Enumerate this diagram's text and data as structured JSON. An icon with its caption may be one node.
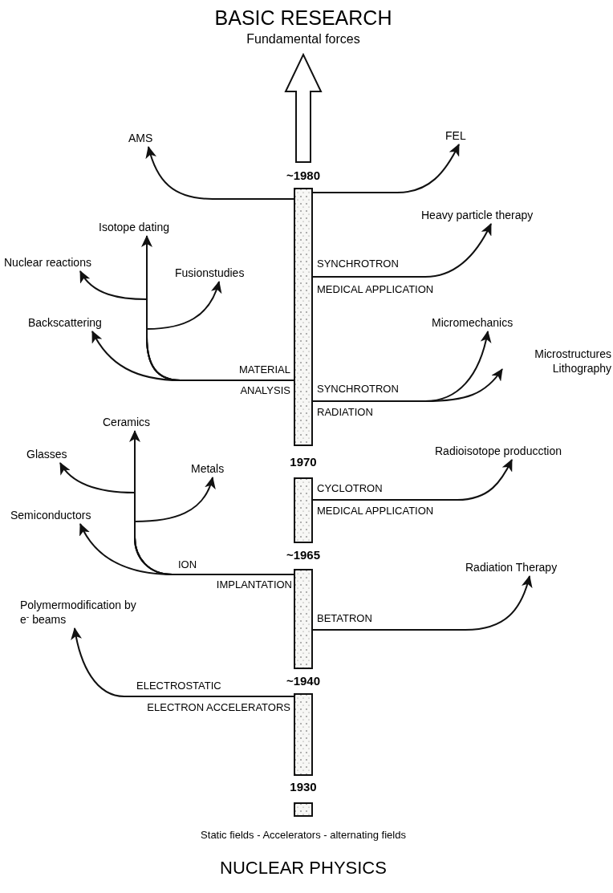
{
  "diagram": {
    "nodes": [
      {
        "text": [
          "BASIC RESEARCH",
          "Fundamental forces"
        ]
      },
      {
        "text": [],
        "shape": "bar"
      },
      {
        "text": [],
        "shape": "bar"
      },
      {
        "text": [],
        "shape": "bar"
      },
      {
        "text": [],
        "shape": "bar"
      },
      {
        "text": [],
        "shape": "bar"
      },
      {
        "text": [
          "AMS"
        ]
      },
      {
        "text": [
          "FEL"
        ]
      },
      {
        "text": [
          "Heavy particle therapy"
        ]
      },
      {
        "text": [
          "Isotope dating"
        ]
      },
      {
        "text": [
          "Nuclear reactions"
        ]
      },
      {
        "text": [
          "Fusionstudies"
        ]
      },
      {
        "text": [
          "Backscattering"
        ]
      },
      {
        "text": [
          "Micromechanics"
        ]
      },
      {
        "text": [
          "Microstructures Lithography"
        ]
      },
      {
        "text": [
          "Ceramics"
        ]
      },
      {
        "text": [
          "Glasses"
        ]
      },
      {
        "text": [
          "Radioisotope producction"
        ]
      },
      {
        "text": [
          "Metals"
        ]
      },
      {
        "text": [
          "Semiconductors"
        ]
      },
      {
        "text": [
          "Radiation Therapy"
        ]
      },
      {
        "text": [
          "Polymermodification by e$^{-}$ beams"
        ]
      }
    ],
    "edges": [
      {
        "from": null,
        "to": 0,
        "arrow": "to",
        "style": "thick"
      },
      {
        "from": 1,
        "to": 6,
        "arrow": "to"
      },
      {
        "from": 1,
        "to": 7,
        "arrow": "to"
      },
      {
        "from": 1,
        "to": 8,
        "arrow": "to"
      },
      {
        "from": 1,
        "to": 9,
        "arrow": "to"
      },
      {
        "from": 1,
        "to": 10,
        "arrow": "to"
      },
      {
        "from": 1,
        "to": 11,
        "arrow": "to"
      },
      {
        "from": 1,
        "to": 12,
        "arrow": "to"
      },
      {
        "from": 1,
        "to": 13,
        "arrow": "to"
      },
      {
        "from": 1,
        "to": 14,
        "arrow": "to"
      },
      {
        "from": 3,
        "to": 15,
        "arrow": "to"
      },
      {
        "from": 3,
        "to": 16,
        "arrow": "to"
      },
      {
        "from": 2,
        "to": 17,
        "arrow": "to"
      },
      {
        "from": 3,
        "to": 18,
        "arrow": "to"
      },
      {
        "from": 3,
        "to": 19,
        "arrow": "to"
      },
      {
        "from": 3,
        "to": 20,
        "arrow": "to"
      },
      {
        "from": 4,
        "to": 21,
        "arrow": "to"
      }
    ],
    "labels": [
      "~1980",
      "SYNCHROTRON",
      "MEDICAL APPLICATION",
      "MATERIAL",
      "ANALYSIS",
      "SYNCHROTRON",
      "RADIATION",
      "1970",
      "CYCLOTRON",
      "MEDICAL APPLICATION",
      "~1965",
      "ION",
      "IMPLANTATION",
      "BETATRON",
      "ELECTROSTATIC",
      "~1940",
      "ELECTRON ACCELERATORS",
      "1930",
      "Static fields - Accelerators - alternating fields",
      "NUCLEAR PHYSICS"
    ]
  }
}
